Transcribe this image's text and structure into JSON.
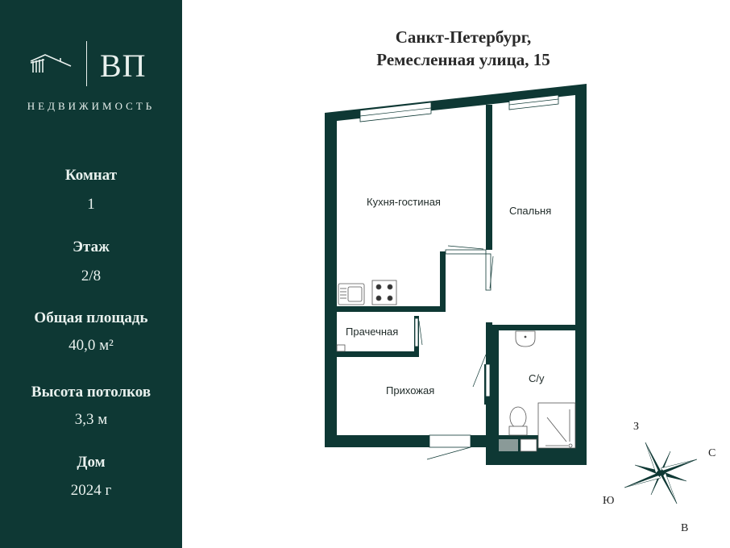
{
  "brand": {
    "logo_text": "ВП",
    "subtitle": "НЕДВИЖИМОСТЬ",
    "panel_color": "#0e3834",
    "text_color": "#e9f1ee"
  },
  "stats": [
    {
      "label": "Комнат",
      "value": "1"
    },
    {
      "label": "Этаж",
      "value": "2/8"
    },
    {
      "label": "Общая площадь",
      "value": "40,0 м²"
    },
    {
      "label": "Высота потолков",
      "value": "3,3 м"
    },
    {
      "label": "Дом",
      "value": "2024 г"
    }
  ],
  "address": {
    "line1": "Санкт-Петербург,",
    "line2": "Ремесленная улица, 15"
  },
  "floorplan": {
    "wall_color": "#0e3834",
    "rooms": [
      {
        "name": "Кухня-гостиная"
      },
      {
        "name": "Спальня"
      },
      {
        "name": "Прачечная"
      },
      {
        "name": "С/у"
      },
      {
        "name": "Прихожая"
      }
    ]
  },
  "compass": {
    "north": "С",
    "south": "Ю",
    "east": "В",
    "west": "З"
  }
}
